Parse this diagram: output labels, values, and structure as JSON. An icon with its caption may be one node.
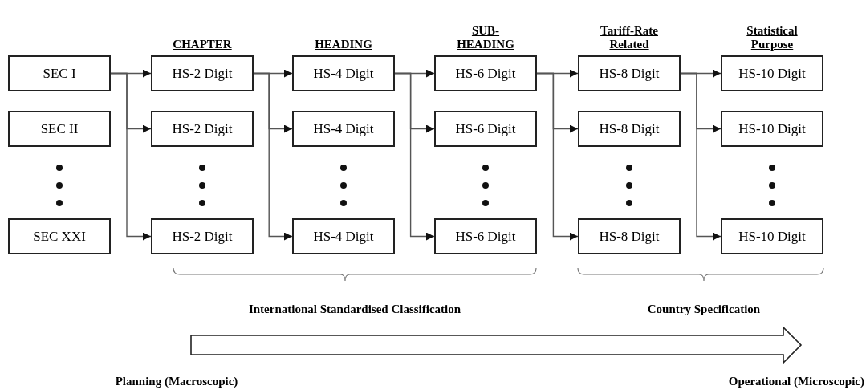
{
  "diagram": {
    "nodes": [
      {
        "text": [
          "SEC I"
        ]
      },
      {
        "text": [
          "SEC II"
        ]
      },
      {
        "text": [
          "SEC XXI"
        ]
      },
      {
        "text": [
          "HS-2 Digit"
        ]
      },
      {
        "text": [
          "HS-2 Digit"
        ]
      },
      {
        "text": [
          "HS-2 Digit"
        ]
      },
      {
        "text": [
          "HS-4 Digit"
        ]
      },
      {
        "text": [
          "HS-4 Digit"
        ]
      },
      {
        "text": [
          "HS-4 Digit"
        ]
      },
      {
        "text": [
          "HS-6 Digit"
        ]
      },
      {
        "text": [
          "HS-6 Digit"
        ]
      },
      {
        "text": [
          "HS-6 Digit"
        ]
      },
      {
        "text": [
          "HS-8 Digit"
        ]
      },
      {
        "text": [
          "HS-8 Digit"
        ]
      },
      {
        "text": [
          "HS-8 Digit"
        ]
      },
      {
        "text": [
          "HS-10 Digit"
        ]
      },
      {
        "text": [
          "HS-10 Digit"
        ]
      },
      {
        "text": [
          "HS-10 Digit"
        ]
      }
    ],
    "edges": [
      {
        "from": 0,
        "to": 3,
        "arrow": "to"
      },
      {
        "from": 0,
        "to": 4,
        "arrow": "to"
      },
      {
        "from": 0,
        "to": 5,
        "arrow": "to"
      },
      {
        "from": 3,
        "to": 6,
        "arrow": "to"
      },
      {
        "from": 3,
        "to": 7,
        "arrow": "to"
      },
      {
        "from": 3,
        "to": 8,
        "arrow": "to"
      },
      {
        "from": 6,
        "to": 9,
        "arrow": "to"
      },
      {
        "from": 6,
        "to": 10,
        "arrow": "to"
      },
      {
        "from": 6,
        "to": 11,
        "arrow": "to"
      },
      {
        "from": 9,
        "to": 12,
        "arrow": "to"
      },
      {
        "from": 9,
        "to": 13,
        "arrow": "to"
      },
      {
        "from": 9,
        "to": 14,
        "arrow": "to"
      },
      {
        "from": 12,
        "to": 15,
        "arrow": "to"
      },
      {
        "from": 12,
        "to": 16,
        "arrow": "to"
      },
      {
        "from": 12,
        "to": 17,
        "arrow": "to"
      }
    ],
    "labels": [
      "CHAPTER",
      "HEADING",
      "SUB- HEADING",
      "Tariff-Rate Related",
      "Statistical Purpose",
      "International Standardised Classification",
      "Country Specification",
      "Planning (Macroscopic)",
      "Operational (Microscopic)"
    ]
  }
}
